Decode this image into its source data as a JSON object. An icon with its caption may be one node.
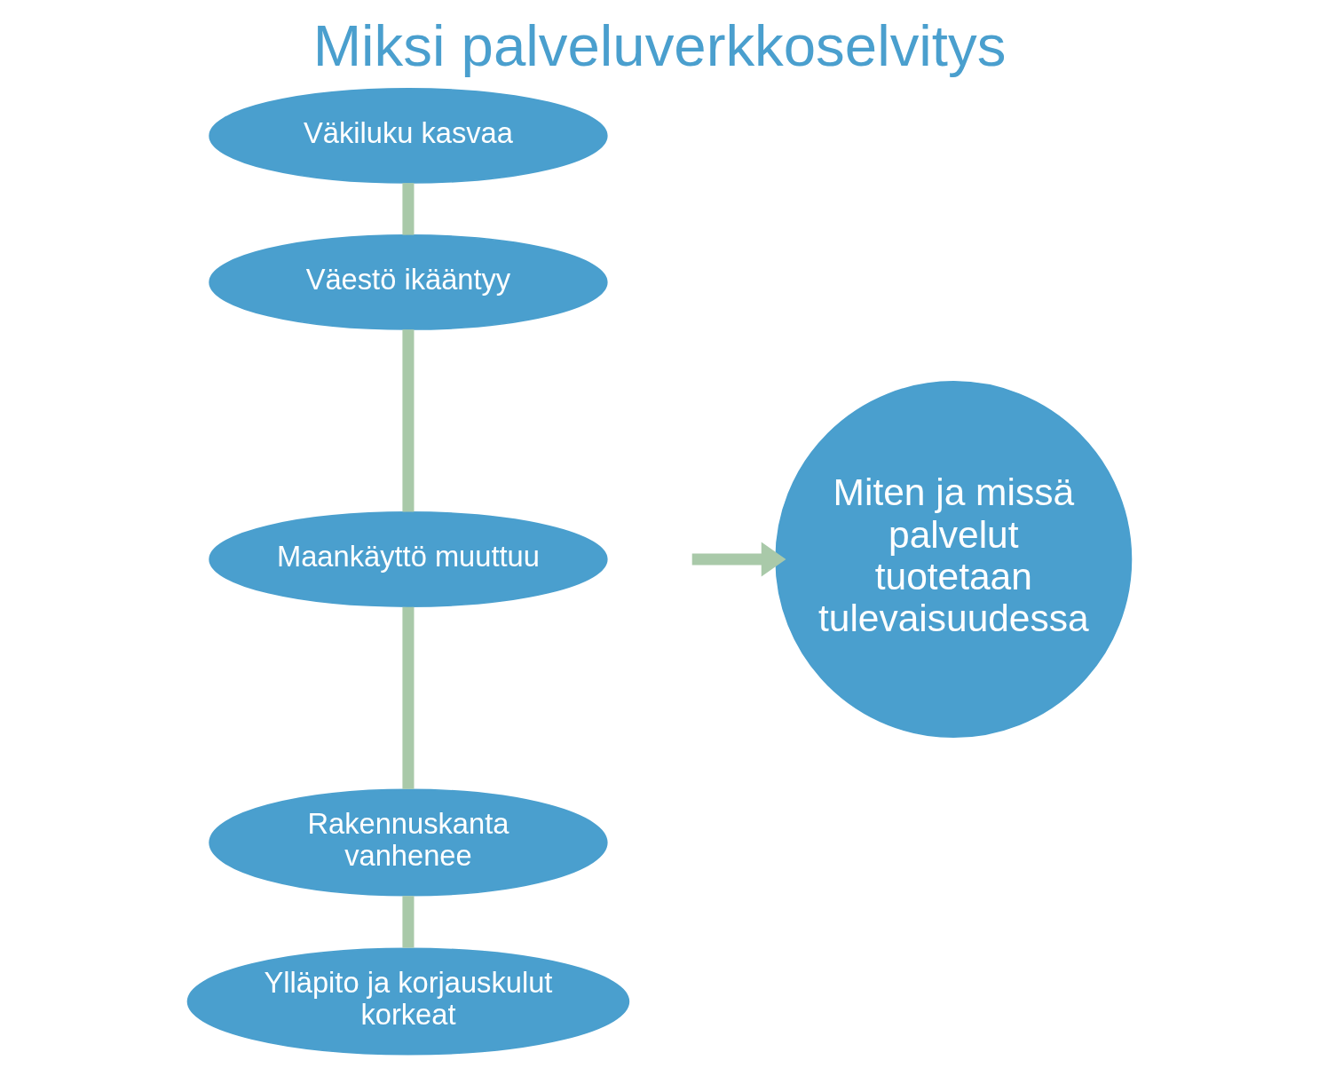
{
  "diagram": {
    "title": "Miksi palveluverkkoselvitys",
    "nodes": [
      {
        "text": [
          "Väkiluku kasvaa"
        ]
      },
      {
        "text": [
          "Väestö ikääntyy"
        ]
      },
      {
        "text": [
          "Maankäyttö muuttuu"
        ]
      },
      {
        "text": [
          "Rakennuskanta vanhenee"
        ]
      },
      {
        "text": [
          "Ylläpito ja korjauskulut korkeat"
        ]
      },
      {
        "text": [
          "Miten ja missä palvelut tuotetaan tulevaisuudessa"
        ]
      }
    ],
    "edges": [
      {
        "from": 0,
        "to": 1,
        "arrow": "none"
      },
      {
        "from": 1,
        "to": 2,
        "arrow": "none"
      },
      {
        "from": 2,
        "to": 3,
        "arrow": "none"
      },
      {
        "from": 3,
        "to": 4,
        "arrow": "none"
      },
      {
        "from": null,
        "to": 5,
        "arrow": "to"
      }
    ]
  }
}
